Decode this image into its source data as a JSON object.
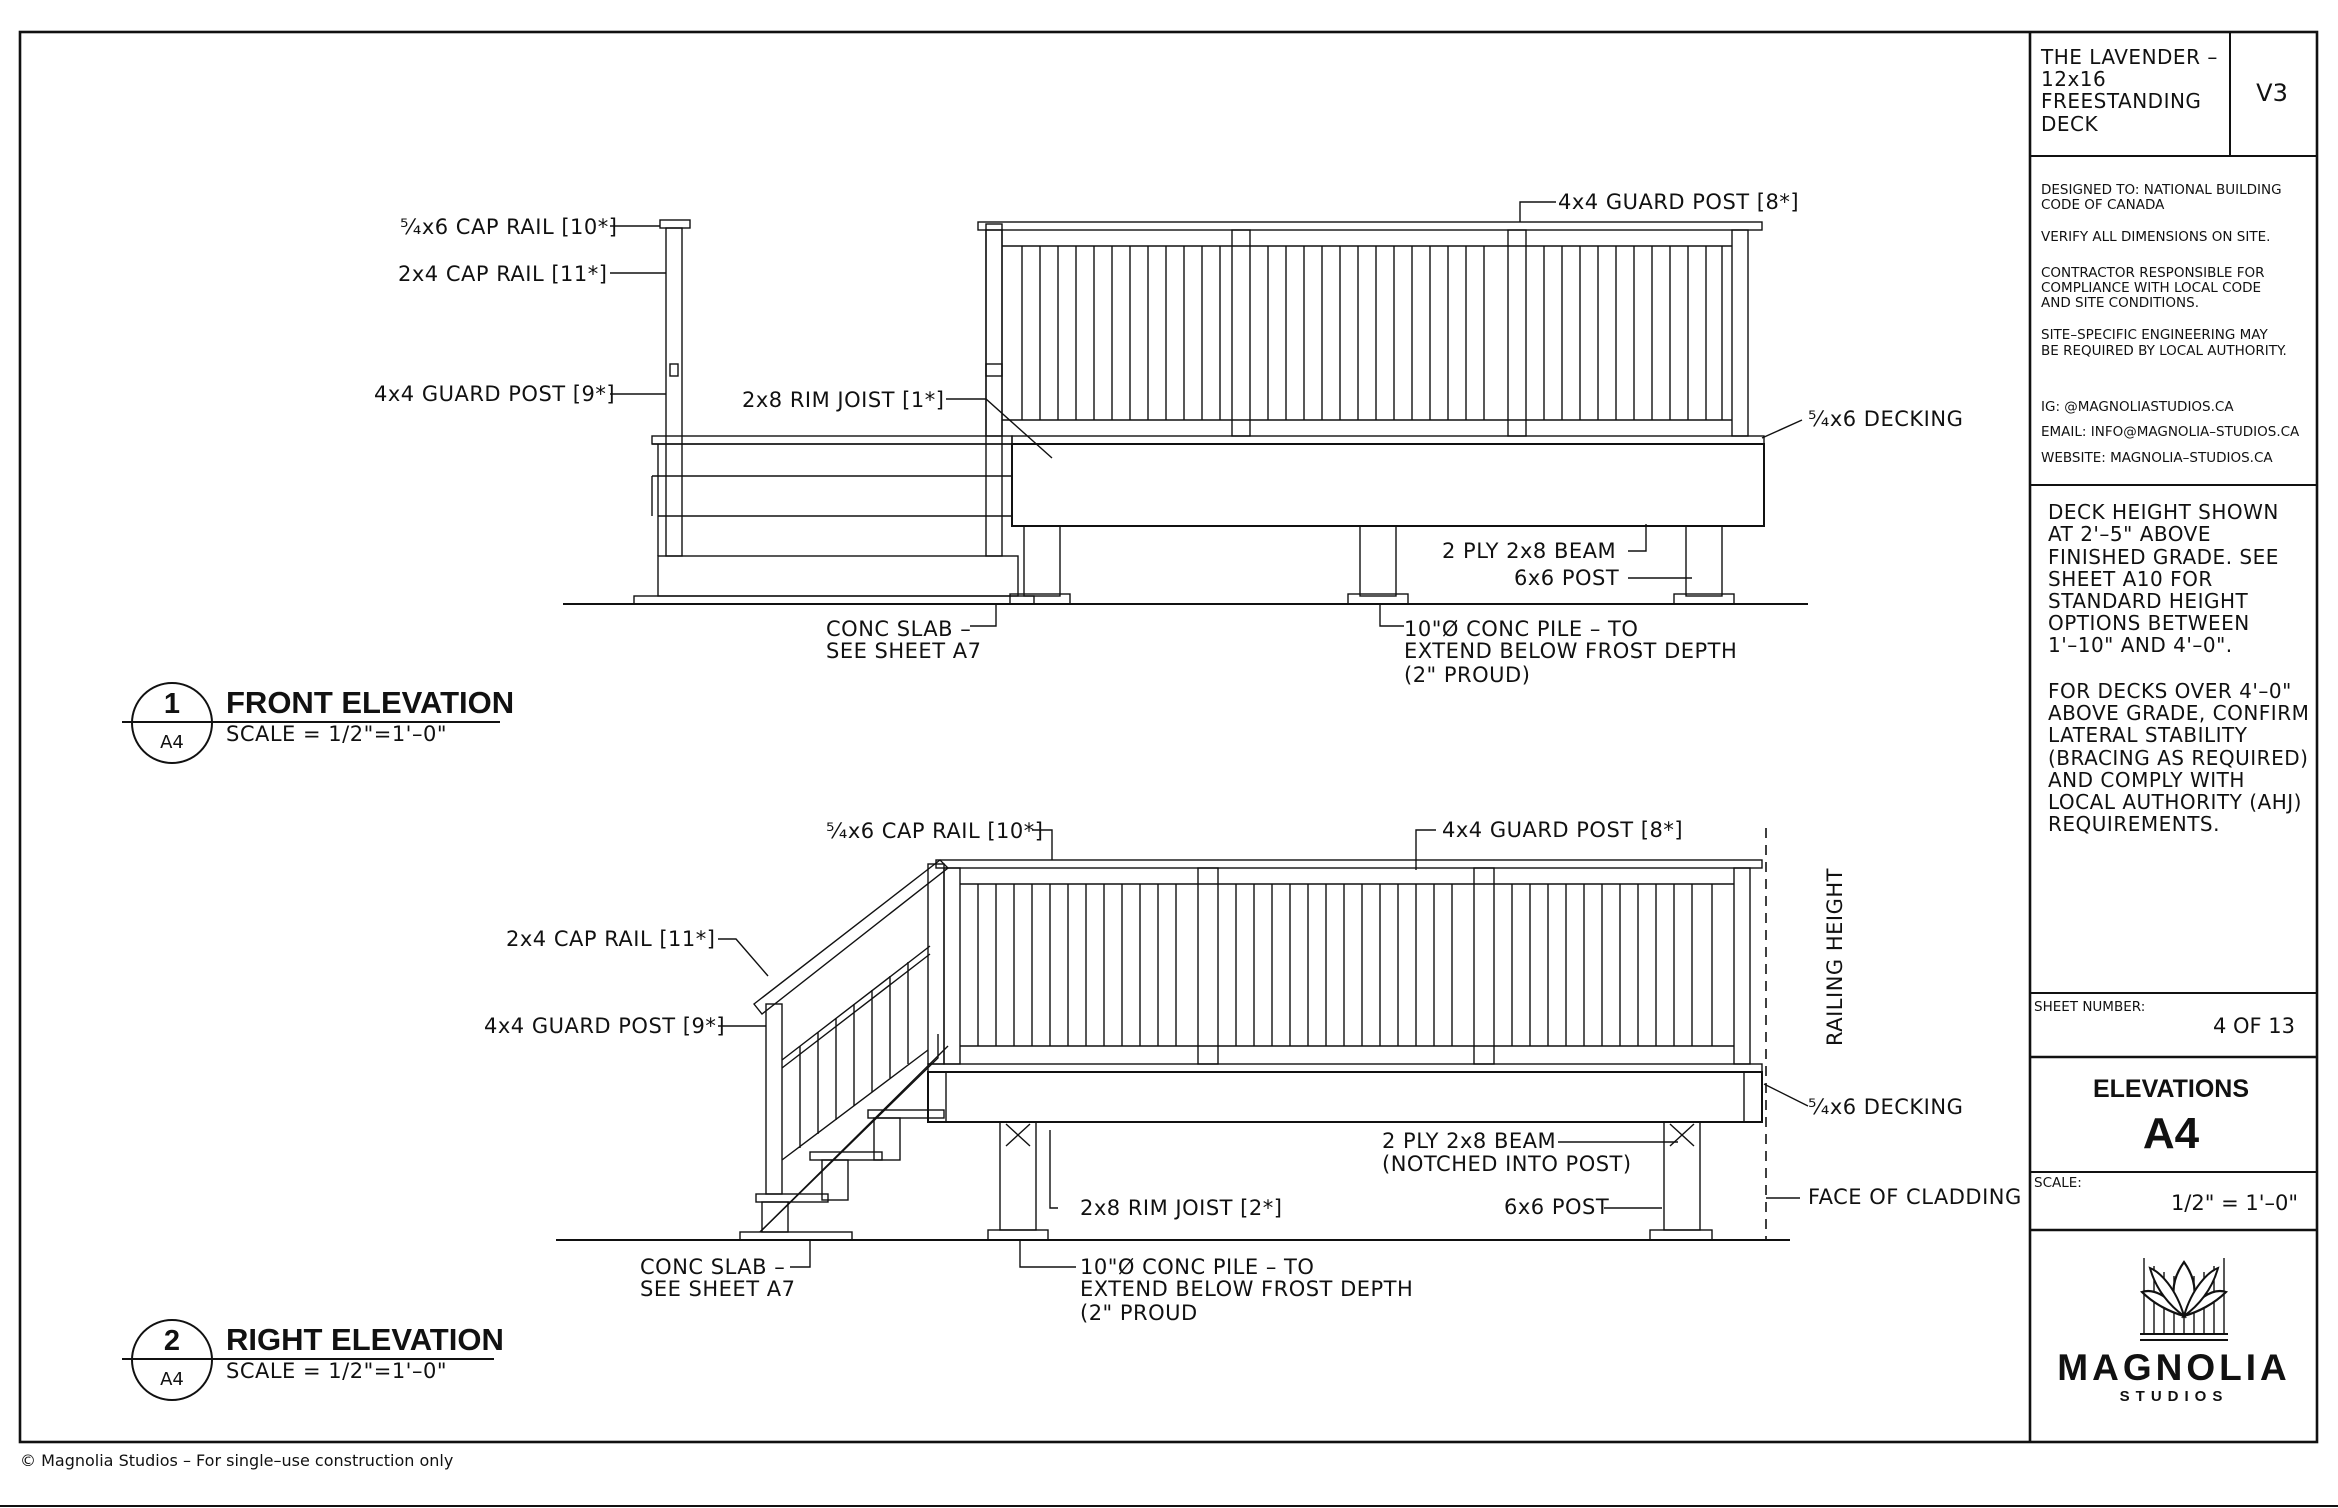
{
  "title_block": {
    "project": [
      "THE LAVENDER –",
      "12x16",
      "FREESTANDING",
      "DECK"
    ],
    "version": "V3",
    "notes": [
      [
        "DESIGNED TO: NATIONAL BUILDING",
        "CODE OF CANADA"
      ],
      [
        "VERIFY ALL DIMENSIONS ON SITE."
      ],
      [
        "CONTRACTOR RESPONSIBLE FOR",
        "COMPLIANCE WITH LOCAL CODE",
        "AND SITE CONDITIONS."
      ],
      [
        "SITE–SPECIFIC ENGINEERING MAY",
        "BE REQUIRED BY LOCAL AUTHORITY."
      ]
    ],
    "contacts": [
      "IG: @MAGNOLIASTUDIOS.CA",
      "EMAIL: INFO@MAGNOLIA–STUDIOS.CA",
      "WEBSITE: MAGNOLIA–STUDIOS.CA"
    ],
    "general_notes": [
      "DECK HEIGHT SHOWN",
      "AT 2'–5\" ABOVE",
      "FINISHED GRADE. SEE",
      "SHEET A10 FOR",
      "STANDARD HEIGHT",
      "OPTIONS BETWEEN",
      "1'–10\" AND 4'–0\".",
      "",
      "FOR DECKS OVER 4'–0\"",
      "ABOVE GRADE, CONFIRM",
      "LATERAL STABILITY",
      "(BRACING AS REQUIRED)",
      "AND COMPLY WITH",
      "LOCAL AUTHORITY (AHJ)",
      "REQUIREMENTS."
    ],
    "sheet_number_label": "SHEET NUMBER:",
    "sheet_number": "4 OF 13",
    "sheet_title": "ELEVATIONS",
    "sheet_id": "A4",
    "scale_label": "SCALE:",
    "scale": "1/2\" = 1'–0\"",
    "logo_name": "MAGNOLIA",
    "logo_sub": "STUDIOS"
  },
  "views": {
    "front": {
      "number": "1",
      "sheet_ref": "A4",
      "title": "FRONT ELEVATION",
      "scale": "SCALE = 1/2\"=1'–0\"",
      "labels": {
        "cap_rail_54": "⁵⁄₄x6 CAP RAIL [10*]",
        "cap_rail_24": "2x4 CAP RAIL [11*]",
        "guard_post_9": "4x4 GUARD POST [9*]",
        "rim_joist": "2x8 RIM JOIST [1*]",
        "guard_post_8": "4x4 GUARD POST [8*]",
        "decking": "⁵⁄₄x6 DECKING",
        "beam": "2 PLY 2x8 BEAM",
        "post": "6x6 POST",
        "slab": [
          "CONC SLAB –",
          "SEE SHEET A7"
        ],
        "pile": [
          "10\"Ø CONC PILE – TO",
          "EXTEND BELOW FROST DEPTH",
          "(2\" PROUD)"
        ]
      }
    },
    "right": {
      "number": "2",
      "sheet_ref": "A4",
      "title": "RIGHT ELEVATION",
      "scale": "SCALE = 1/2\"=1'–0\"",
      "labels": {
        "cap_rail_54": "⁵⁄₄x6 CAP RAIL [10*]",
        "guard_post_8": "4x4 GUARD POST [8*]",
        "cap_rail_24": "2x4 CAP RAIL [11*]",
        "guard_post_9": "4x4 GUARD POST [9*]",
        "railing_height": "RAILING HEIGHT",
        "decking": "⁵⁄₄x6 DECKING",
        "beam": [
          "2 PLY 2x8 BEAM",
          "(NOTCHED INTO POST)"
        ],
        "rim_joist": "2x8 RIM JOIST [2*]",
        "post": "6x6 POST",
        "cladding": "FACE OF CLADDING",
        "slab": [
          "CONC SLAB –",
          "SEE SHEET A7"
        ],
        "pile": [
          "10\"Ø CONC PILE – TO",
          "EXTEND BELOW FROST DEPTH",
          "(2\" PROUD"
        ]
      }
    }
  },
  "footer": "© Magnolia Studios – For single–use construction only"
}
